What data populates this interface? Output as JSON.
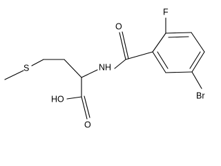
{
  "structure": {
    "kind": "chemical-structure",
    "atoms": {
      "sulfur": "S",
      "nh": "NH",
      "oh": "HO",
      "carboxyl_o": "O",
      "amide_o": "O",
      "fluorine": "F",
      "bromine": "Br"
    }
  }
}
